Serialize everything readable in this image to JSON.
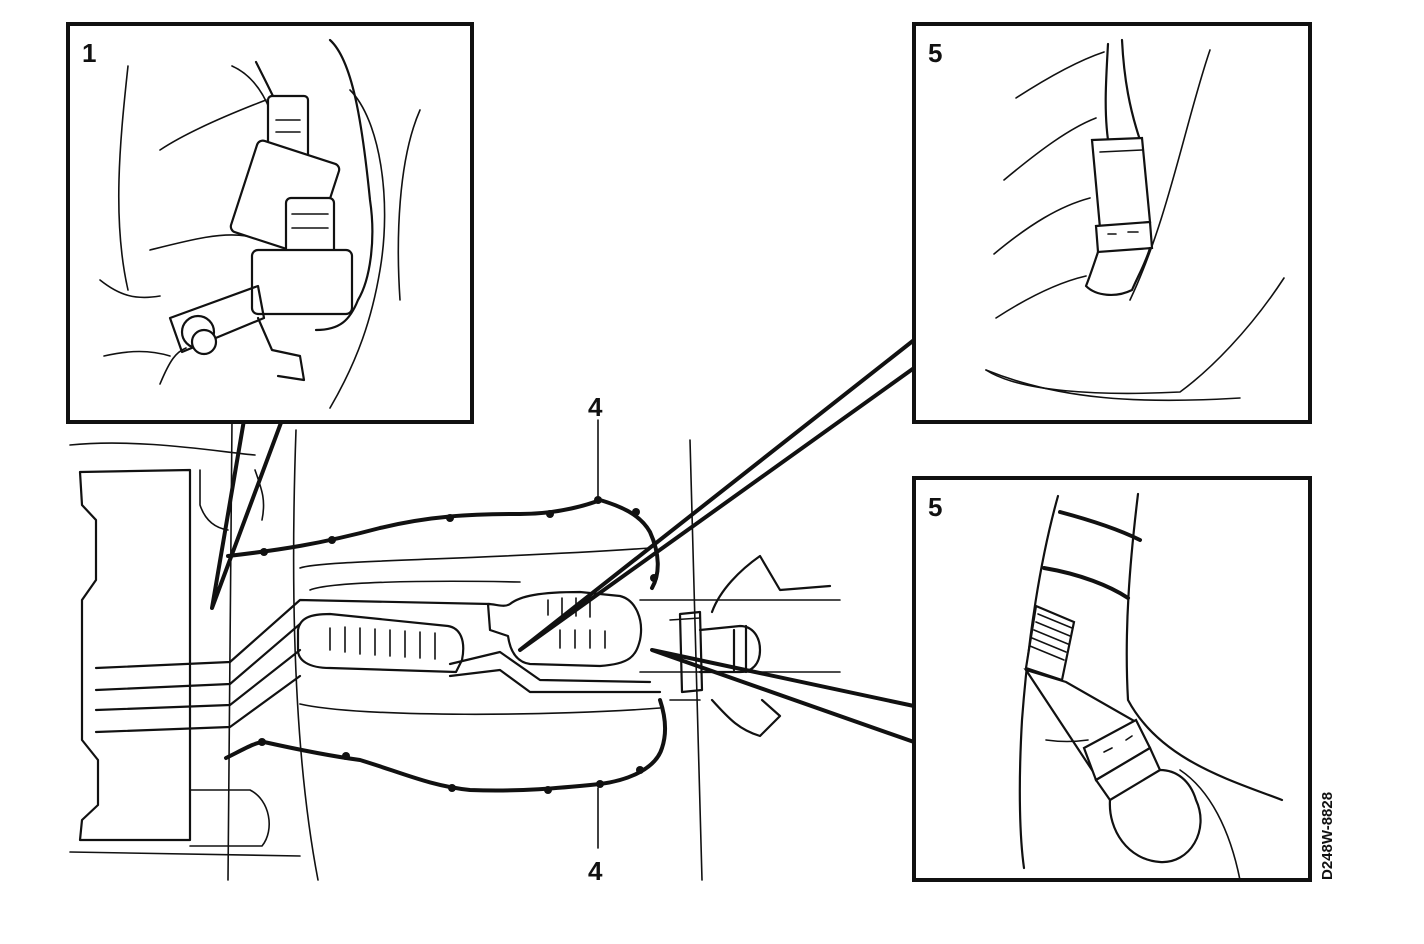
{
  "callouts": {
    "inset_top_left": "1",
    "inset_top_right": "5",
    "inset_bottom_right": "5",
    "wire_top": "4",
    "wire_bottom": "4"
  },
  "reference_code": "D248W-8828",
  "colors": {
    "ink": "#111111",
    "paper": "#ffffff"
  },
  "icons": [
    "connector-icon",
    "oxygen-sensor-icon",
    "catalytic-converter-icon"
  ]
}
